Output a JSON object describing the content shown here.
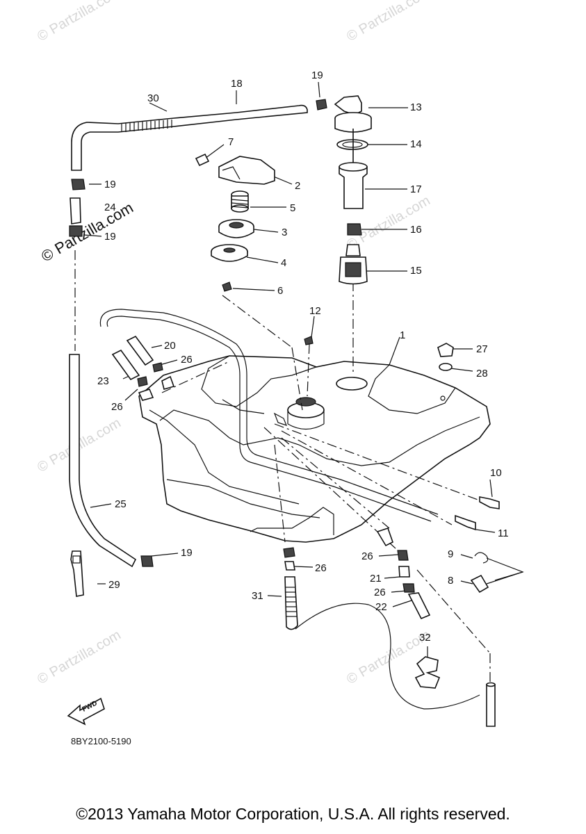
{
  "watermark": {
    "text": "© Partzilla.com",
    "prominent_text": "© Partzilla.com"
  },
  "diagram_code": "8BY2100-5190",
  "fwd_label": "FWD",
  "copyright": "©2013 Yamaha Motor Corporation, U.S.A. All rights reserved.",
  "callouts": [
    {
      "id": "1",
      "label": "1"
    },
    {
      "id": "2",
      "label": "2"
    },
    {
      "id": "3",
      "label": "3"
    },
    {
      "id": "4",
      "label": "4"
    },
    {
      "id": "5",
      "label": "5"
    },
    {
      "id": "6",
      "label": "6"
    },
    {
      "id": "7",
      "label": "7"
    },
    {
      "id": "8",
      "label": "8"
    },
    {
      "id": "9",
      "label": "9"
    },
    {
      "id": "10",
      "label": "10"
    },
    {
      "id": "11",
      "label": "11"
    },
    {
      "id": "12",
      "label": "12"
    },
    {
      "id": "13",
      "label": "13"
    },
    {
      "id": "14",
      "label": "14"
    },
    {
      "id": "15",
      "label": "15"
    },
    {
      "id": "16",
      "label": "16"
    },
    {
      "id": "17",
      "label": "17"
    },
    {
      "id": "18",
      "label": "18"
    },
    {
      "id": "19a",
      "label": "19"
    },
    {
      "id": "19b",
      "label": "19"
    },
    {
      "id": "19c",
      "label": "19"
    },
    {
      "id": "19d",
      "label": "19"
    },
    {
      "id": "20",
      "label": "20"
    },
    {
      "id": "21",
      "label": "21"
    },
    {
      "id": "22",
      "label": "22"
    },
    {
      "id": "23",
      "label": "23"
    },
    {
      "id": "24",
      "label": "24"
    },
    {
      "id": "25",
      "label": "25"
    },
    {
      "id": "26a",
      "label": "26"
    },
    {
      "id": "26b",
      "label": "26"
    },
    {
      "id": "26c",
      "label": "26"
    },
    {
      "id": "26d",
      "label": "26"
    },
    {
      "id": "26e",
      "label": "26"
    },
    {
      "id": "27",
      "label": "27"
    },
    {
      "id": "28",
      "label": "28"
    },
    {
      "id": "29",
      "label": "29"
    },
    {
      "id": "30",
      "label": "30"
    },
    {
      "id": "31",
      "label": "31"
    },
    {
      "id": "32",
      "label": "32"
    }
  ]
}
